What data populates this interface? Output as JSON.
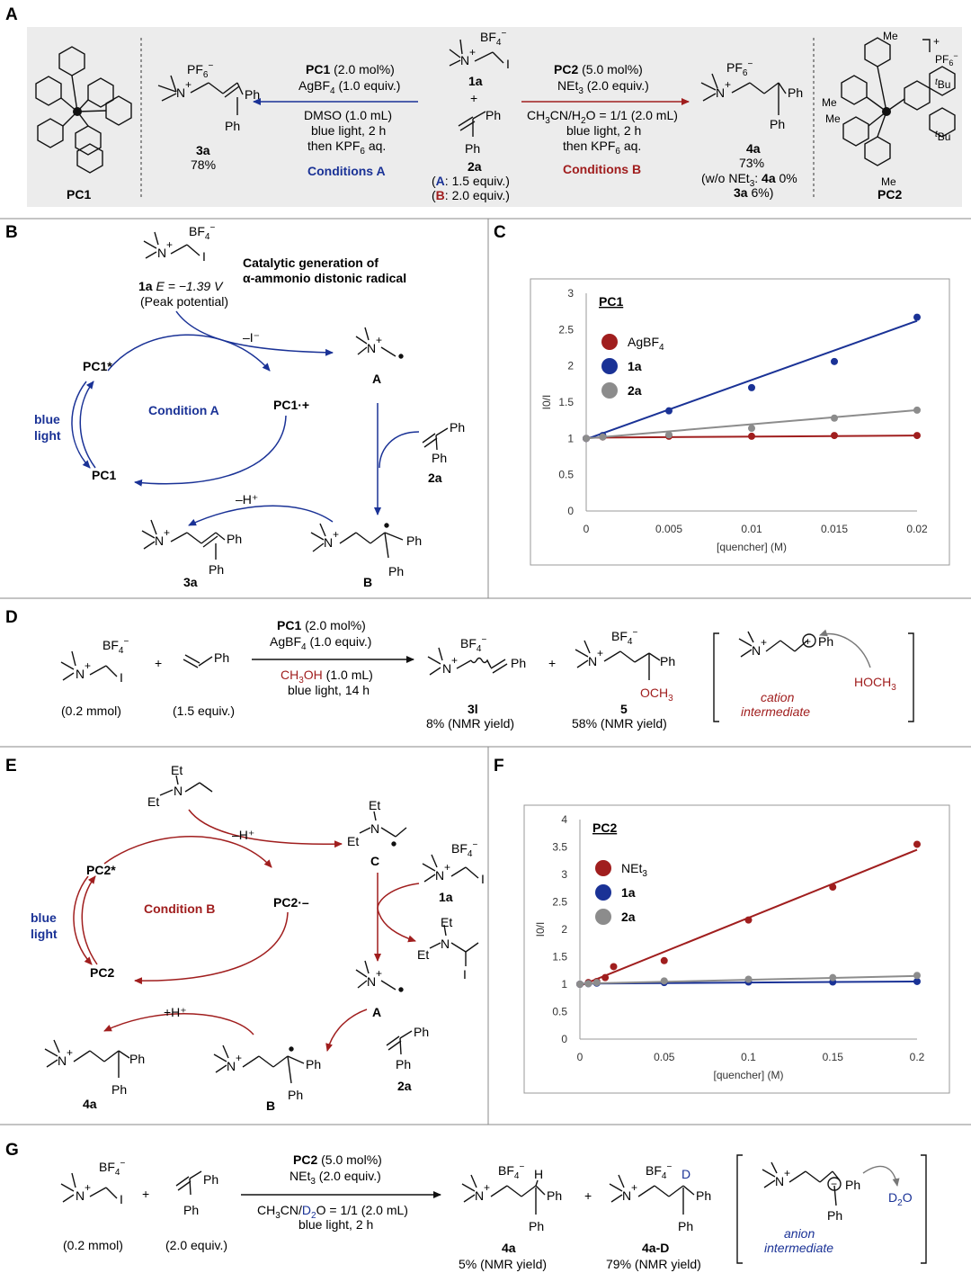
{
  "panels": {
    "A": "A",
    "B": "B",
    "C": "C",
    "D": "D",
    "E": "E",
    "F": "F",
    "G": "G"
  },
  "panelA": {
    "pc1_name": "PC1",
    "pc2_name": "PC2",
    "left_counterion": "PF",
    "product_3a": "3a",
    "yield_3a": "78%",
    "condA_line1_bold": "PC1",
    "condA_line1_rest": " (2.0 mol%)",
    "condA_line2": "AgBF",
    "condA_line2_tail": " (1.0 equiv.)",
    "condA_line3": "DMSO (1.0 mL)",
    "condA_line4": "blue light, 2 h",
    "condA_line5": "then KPF",
    "condA_line5_tail": " aq.",
    "condA_title": "Conditions A",
    "reagent_1a": "1a",
    "plus": "+",
    "reagent_2a": "2a",
    "equivA_key": "A",
    "equivA_val": ": 1.5 equiv.)",
    "equivB_key": "B",
    "equivB_val": ": 2.0 equiv.)",
    "condB_line1_bold": "PC2",
    "condB_line1_rest": " (5.0 mol%)",
    "condB_line2": "NEt",
    "condB_line2_tail": " (2.0 equiv.)",
    "condB_line3": "CH",
    "condB_line3_b": "CN/H",
    "condB_line3_c": "O = 1/1 (2.0 mL)",
    "condB_line4": "blue light, 2 h",
    "condB_line5": "then KPF",
    "condB_line5_tail": " aq.",
    "condB_title": "Conditions B",
    "product_4a": "4a",
    "yield_4a": "73%",
    "note_4a_a": "(w/o NEt",
    "note_4a_b": ": ",
    "note_4a_c": "4a",
    "note_4a_d": " 0%",
    "note_3a_a": "3a",
    "note_3a_b": " 6%)"
  },
  "panelB": {
    "reagent": "1a",
    "potential": " E = −1.39 V",
    "peak": "(Peak potential)",
    "title_line1": "Catalytic generation of",
    "title_line2": "α-ammonio distonic radical",
    "minus_I": "–I⁻",
    "pc1_star": "PC1*",
    "pc1_cation": "PC1·+",
    "pc1": "PC1",
    "condition": "Condition A",
    "blue": "blue",
    "light": "light",
    "minus_H": "–H⁺",
    "radical_A": "A",
    "radical_B": "B",
    "product_3a": "3a",
    "reagent_2a": "2a"
  },
  "panelD": {
    "amount1": "(0.2 mmol)",
    "amount2": "(1.5 equiv.)",
    "plus": "+",
    "cat_bold": "PC1",
    "cat_rest": " (2.0 mol%)",
    "ag": "AgBF",
    "ag_tail": " (1.0 equiv.)",
    "solvent": "CH",
    "solvent_b": "OH",
    "solvent_c": " (1.0 mL)",
    "light": "blue light, 14 h",
    "prod1": "3l",
    "yield1": "8% (NMR yield)",
    "prod2": "5",
    "yield2": "58% (NMR yield)",
    "cation1": "cation",
    "cation2": "intermediate",
    "hoch3": "HOCH"
  },
  "panelE": {
    "minus_H": "–H⁺",
    "pc2_star": "PC2*",
    "pc2_anion": "PC2·–",
    "pc2": "PC2",
    "condition": "Condition B",
    "blue": "blue",
    "light": "light",
    "plus_H": "+H⁺",
    "radical_C": "C",
    "reagent_1a": "1a",
    "radical_A": "A",
    "radical_B": "B",
    "product_4a": "4a",
    "reagent_2a": "2a"
  },
  "panelG": {
    "amount1": "(0.2 mmol)",
    "amount2": "(2.0 equiv.)",
    "plus": "+",
    "cat_bold": "PC2",
    "cat_rest": " (5.0 mol%)",
    "base": "NEt",
    "base_tail": " (2.0 equiv.)",
    "solvent": "CH",
    "solvent_b": "CN/",
    "solvent_d2o": "D",
    "solvent_c": "O = 1/1 (2.0 mL)",
    "light": "blue light, 2 h",
    "prod1": "4a",
    "yield1": "5% (NMR yield)",
    "prod2": "4a-D",
    "yield2": "79% (NMR yield)",
    "anion1": "anion",
    "anion2": "intermediate",
    "d2o": "D"
  },
  "chart_data": [
    {
      "type": "scatter",
      "title": "PC1",
      "xlabel": "[quencher] (M)",
      "ylabel": "I0/I",
      "xlim": [
        0,
        0.02
      ],
      "ylim": [
        0,
        3
      ],
      "xticks": [
        "0",
        "0.005",
        "0.01",
        "0.015",
        "0.02"
      ],
      "yticks": [
        "0",
        "0.5",
        "1",
        "1.5",
        "2",
        "2.5",
        "3"
      ],
      "legend": "top-left",
      "series": [
        {
          "name": "AgBF4",
          "color": "#a01e1e",
          "x": [
            0,
            0.001,
            0.005,
            0.01,
            0.015,
            0.02
          ],
          "y": [
            1.0,
            1.02,
            1.03,
            1.03,
            1.04,
            1.04
          ],
          "fit": [
            1.01,
            1.04
          ]
        },
        {
          "name": "1a",
          "color": "#1a3296",
          "x": [
            0,
            0.001,
            0.005,
            0.01,
            0.015,
            0.02
          ],
          "y": [
            1.0,
            1.04,
            1.38,
            1.7,
            2.06,
            2.67
          ],
          "fit": [
            0.99,
            2.62
          ]
        },
        {
          "name": "2a",
          "color": "#8c8c8c",
          "x": [
            0,
            0.001,
            0.005,
            0.01,
            0.015,
            0.02
          ],
          "y": [
            1.0,
            1.02,
            1.05,
            1.14,
            1.28,
            1.39
          ],
          "fit": [
            1.0,
            1.39
          ]
        }
      ]
    },
    {
      "type": "scatter",
      "title": "PC2",
      "xlabel": "[quencher] (M)",
      "ylabel": "I0/I",
      "xlim": [
        0,
        0.2
      ],
      "ylim": [
        0,
        4
      ],
      "xticks": [
        "0",
        "0.05",
        "0.1",
        "0.15",
        "0.2"
      ],
      "yticks": [
        "0",
        "0.5",
        "1",
        "1.5",
        "2",
        "2.5",
        "3",
        "3.5",
        "4"
      ],
      "legend": "top-left",
      "series": [
        {
          "name": "NEt3",
          "color": "#a01e1e",
          "x": [
            0,
            0.005,
            0.01,
            0.015,
            0.02,
            0.05,
            0.1,
            0.15,
            0.2
          ],
          "y": [
            1.0,
            1.03,
            1.05,
            1.12,
            1.32,
            1.43,
            2.17,
            2.77,
            3.55
          ],
          "fit": [
            0.97,
            3.45
          ]
        },
        {
          "name": "1a",
          "color": "#1a3296",
          "x": [
            0,
            0.005,
            0.01,
            0.05,
            0.1,
            0.15,
            0.2
          ],
          "y": [
            1.0,
            1.01,
            1.02,
            1.03,
            1.04,
            1.04,
            1.05
          ],
          "fit": [
            1.01,
            1.05
          ]
        },
        {
          "name": "2a",
          "color": "#8c8c8c",
          "x": [
            0,
            0.005,
            0.01,
            0.05,
            0.1,
            0.15,
            0.2
          ],
          "y": [
            1.0,
            1.01,
            1.03,
            1.06,
            1.09,
            1.12,
            1.16
          ],
          "fit": [
            1.01,
            1.15
          ]
        }
      ]
    }
  ]
}
